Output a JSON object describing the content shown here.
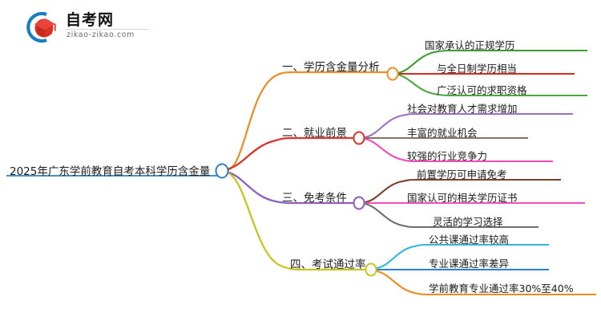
{
  "brand": {
    "name": "自考网",
    "url": "zikao-zikao.com",
    "logo_icon": "graduation-cap-arc-logo",
    "arc_color": "#1a7fc1",
    "cap_color": "#d93025"
  },
  "mindmap": {
    "type": "mindmap",
    "root": {
      "label": "2025年广东学前教育自考本科学历含金量",
      "color": "#2f7fc1",
      "node_shape": "circle-outline"
    },
    "branches": [
      {
        "index": "一",
        "label": "一、学历含金量分析",
        "color": "#e8912a",
        "children": [
          {
            "label": "国家承认的正规学历",
            "color": "#3f9c35"
          },
          {
            "label": "与全日制学历相当",
            "color": "#d62c1f"
          },
          {
            "label": "广泛认可的求职资格",
            "color": "#4aa83f"
          }
        ]
      },
      {
        "index": "二",
        "label": "二、就业前景",
        "color": "#d8352c",
        "children": [
          {
            "label": "社会对教育人才需求增加",
            "color": "#9b6fc4"
          },
          {
            "label": "丰富的就业机会",
            "color": "#8d6e63"
          },
          {
            "label": "较强的行业竞争力",
            "color": "#ef4bb6"
          }
        ]
      },
      {
        "index": "三",
        "label": "三、免考条件",
        "color": "#8e5fc0",
        "children": [
          {
            "label": "前置学历可申请免考",
            "color": "#7b3f2e"
          },
          {
            "label": "国家认可的相关学历证书",
            "color": "#f050b8"
          },
          {
            "label": "灵活的学习选择",
            "color": "#6e6e6e"
          }
        ]
      },
      {
        "index": "四",
        "label": "四、考试通过率",
        "color": "#c8c520",
        "children": [
          {
            "label": "公共课通过率较高",
            "color": "#2fb6d9"
          },
          {
            "label": "专业课通过率差异",
            "color": "#2b7fd4"
          },
          {
            "label": "学前教育专业通过率30%至40%",
            "color": "#f08a1e"
          }
        ]
      }
    ]
  }
}
